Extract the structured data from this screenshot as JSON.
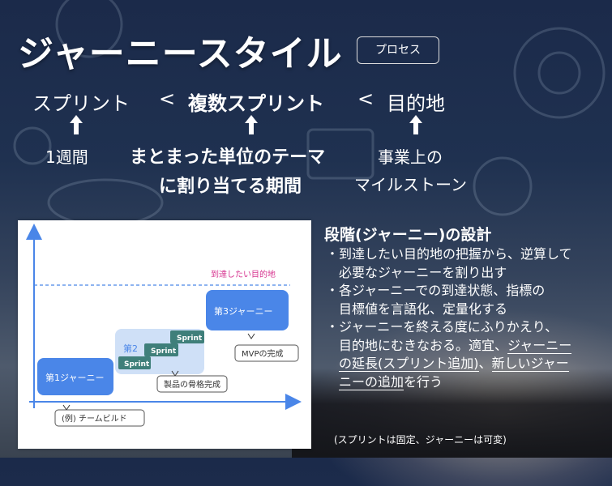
{
  "slide": {
    "title": "ジャーニースタイル",
    "badge": "プロセス",
    "row1": {
      "sprint": "スプリント",
      "lt1": "<",
      "multi_sprint": "複数スプリント",
      "lt2": "<",
      "destination": "目的地"
    },
    "labels": {
      "one_week": "1週間",
      "theme_line1": "まとまった単位のテーマ",
      "theme_line2": "に割り当てる期間",
      "milestone_line1": "事業上の",
      "milestone_line2": "マイルストーン"
    },
    "diagram": {
      "target_label": "到達したい目的地",
      "journey1": "第1ジャーニー",
      "journey2_partial": "第2",
      "journey3": "第3ジャーニー",
      "sprint_labels": [
        "Sprint",
        "Sprint",
        "Sprint"
      ],
      "callout_team": "(例) チームビルド",
      "callout_skeleton": "製品の骨格完成",
      "callout_mvp": "MVPの完成"
    },
    "design": {
      "title": "段階(ジャーニー)の設計",
      "bullet_mark": "・",
      "b1_line1": "到達したい目的地の把握から、逆算して",
      "b1_line2": "必要なジャーニーを割り出す",
      "b2_line1": "各ジャーニーでの到達状態、指標の",
      "b2_line2": "目標値を言語化、定量化する",
      "b3_line1": "ジャーニーを終える度にふりかえり、",
      "b3_line2_a": "目的地にむきなおる。適宜、",
      "b3_line2_b": "ジャーニー",
      "b3_line3_a": "の延長(スプリント追加)",
      "b3_line3_b": "、",
      "b3_line3_c": "新しいジャー",
      "b3_line4_a": "ニーの追加",
      "b3_line4_b": "を行う",
      "note": "(スプリントは固定、ジャーニーは可変)"
    },
    "colors": {
      "journey_blue": "#4a86e8",
      "journey_light": "#cfe0f7",
      "sprint_teal": "#3f7f7a",
      "target_pink": "#d6338f",
      "axis_blue": "#4a86e8"
    }
  }
}
